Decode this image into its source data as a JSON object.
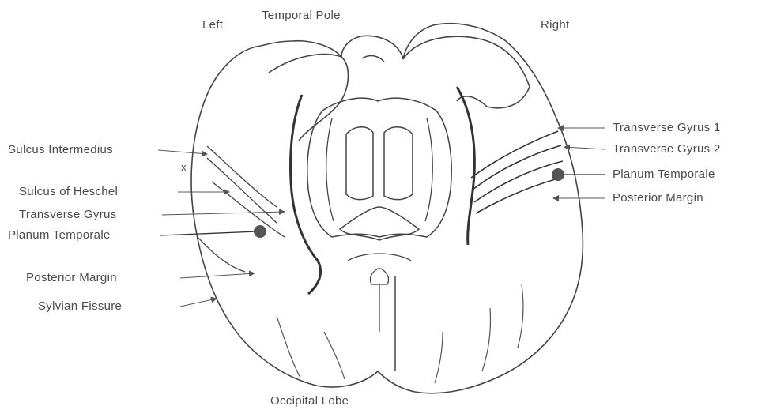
{
  "orientation": {
    "left": "Left",
    "right": "Right",
    "top": "Temporal Pole",
    "bottom": "Occipital Lobe"
  },
  "left_labels": [
    "Sulcus Intermedius",
    "Sulcus of Heschel",
    "Transverse Gyrus",
    "Planum Temporale",
    "Posterior Margin",
    "Sylvian Fissure"
  ],
  "right_labels": [
    "Transverse Gyrus 1",
    "Transverse Gyrus 2",
    "Planum Temporale",
    "Posterior Margin"
  ],
  "marker_x": "x"
}
